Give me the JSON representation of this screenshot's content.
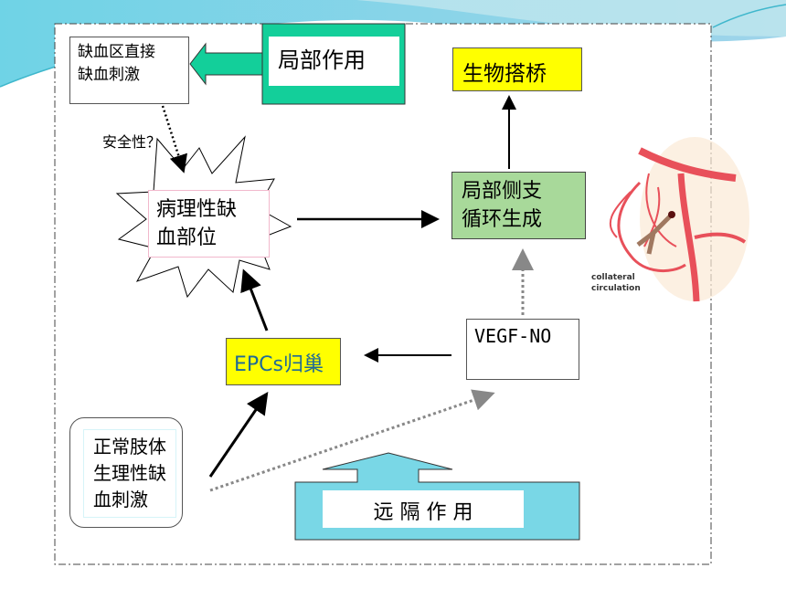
{
  "colors": {
    "green_block": "#13cf9a",
    "yellow": "#ffff00",
    "light_green": "#a8d99a",
    "cyan_block": "#79d7e6",
    "epcs_text": "#1f6a96"
  },
  "boxes": {
    "direct_ischemia": "缺血区直接\n缺血刺激",
    "local_effect": "局部作用",
    "bio_bypass": "生物搭桥",
    "collateral_formation": "局部侧支\n循环生成",
    "pathological_site": "病理性缺\n血部位",
    "safety": "安全性？",
    "vegf_no": "VEGF-NO",
    "epcs_homing": "EPCs归巢",
    "normal_limb": "正常肢体\n生理性缺\n血刺激",
    "remote_effect": "远 隔 作 用"
  },
  "image": {
    "caption": "collateral\ncirculation"
  }
}
